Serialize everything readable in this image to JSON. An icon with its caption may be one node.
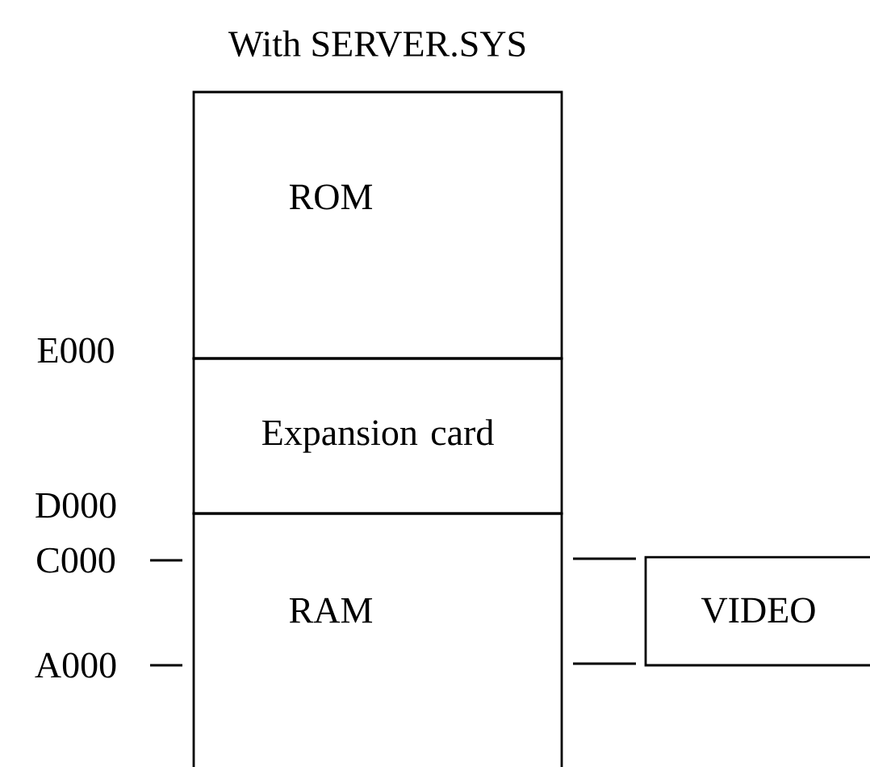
{
  "diagram": {
    "title": "With SERVER.SYS",
    "nodes": [
      {
        "text": [
          "ROM"
        ]
      },
      {
        "text": [
          "Expansion card"
        ]
      },
      {
        "text": [
          "RAM"
        ]
      },
      {
        "text": [
          "VIDEO"
        ]
      }
    ],
    "labels": [
      "E000",
      "D000",
      "C000",
      "A000"
    ]
  }
}
